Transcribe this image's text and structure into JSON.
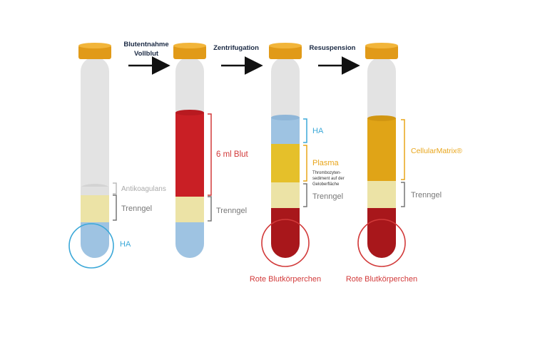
{
  "steps": [
    {
      "label_line1": "Blutentnahme",
      "label_line2": "Vollblut"
    },
    {
      "label_line1": "Zentrifugation"
    },
    {
      "label_line1": "Resuspension"
    }
  ],
  "tube1": {
    "anticoagulant": "Antikoagulans",
    "gel": "Trenngel",
    "ha": "HA"
  },
  "tube2": {
    "blood": "6 ml Blut",
    "gel": "Trenngel"
  },
  "tube3": {
    "ha": "HA",
    "plasma": "Plasma",
    "sediment_line1": "Thrombozyten-",
    "sediment_line2": "sediment auf der",
    "sediment_line3": "Geloberfläche",
    "gel": "Trenngel",
    "rbc": "Rote Blutkörperchen"
  },
  "tube4": {
    "matrix": "CellularMatrix®",
    "gel": "Trenngel",
    "rbc": "Rote Blutkörperchen"
  },
  "colors": {
    "cap": "#e19a18",
    "cap_top": "#f2b53a",
    "tube_glass": "#e3e3e3",
    "ha": "#9ec3e2",
    "gel": "#ece3a6",
    "blood": "#c91f25",
    "plasma": "#e5c02a",
    "matrix": "#e0a417",
    "rbc": "#a8171b",
    "ha_text": "#3ba8d8",
    "plasma_text": "#e8a51a",
    "red_text": "#d23a3a",
    "gray_text": "#777777"
  }
}
